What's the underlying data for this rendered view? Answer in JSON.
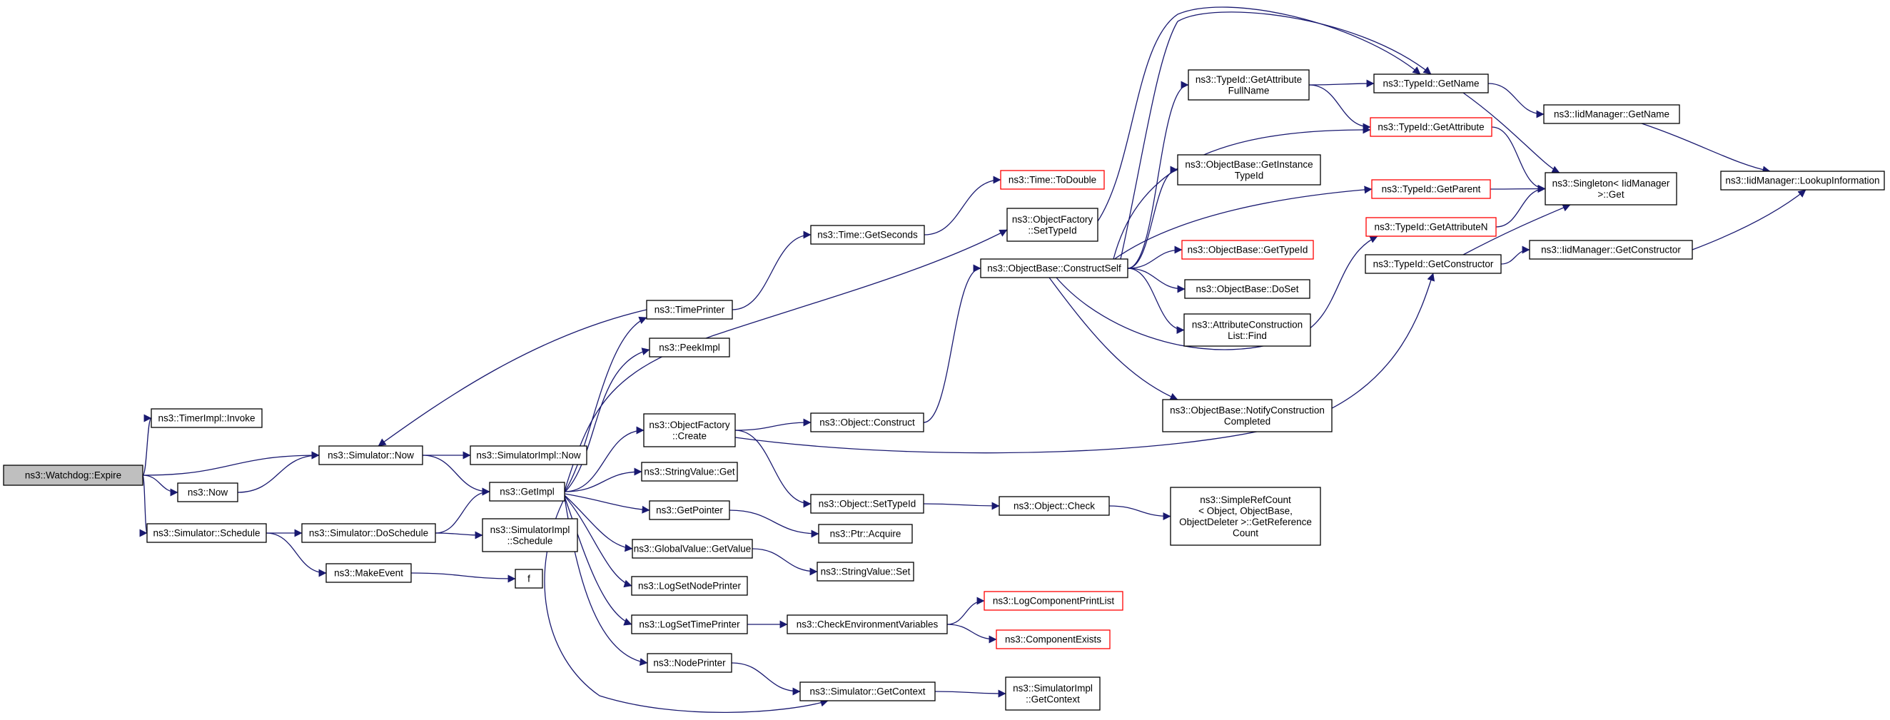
{
  "colors": {
    "edge": "#191970",
    "node_border": "#000000",
    "node_border_truncated": "#ff0000",
    "root_fill": "#bfbfbf",
    "node_fill": "#ffffff"
  },
  "nodes": [
    {
      "id": "expire",
      "lines": [
        "ns3::Watchdog::Expire"
      ],
      "root": true
    },
    {
      "id": "timerimpl_invoke",
      "lines": [
        "ns3::TimerImpl::Invoke"
      ]
    },
    {
      "id": "sim_now",
      "lines": [
        "ns3::Simulator::Now"
      ]
    },
    {
      "id": "now",
      "lines": [
        "ns3::Now"
      ]
    },
    {
      "id": "sim_schedule",
      "lines": [
        "ns3::Simulator::Schedule"
      ]
    },
    {
      "id": "simimpl_now",
      "lines": [
        "ns3::SimulatorImpl::Now"
      ]
    },
    {
      "id": "getimpl",
      "lines": [
        "ns3::GetImpl"
      ]
    },
    {
      "id": "sim_doschedule",
      "lines": [
        "ns3::Simulator::DoSchedule"
      ]
    },
    {
      "id": "simimpl_schedule",
      "lines": [
        "ns3::SimulatorImpl",
        "::Schedule"
      ]
    },
    {
      "id": "makeevent",
      "lines": [
        "ns3::MakeEvent"
      ]
    },
    {
      "id": "f",
      "lines": [
        "f"
      ]
    },
    {
      "id": "timeprinter",
      "lines": [
        "ns3::TimePrinter"
      ]
    },
    {
      "id": "peekimpl",
      "lines": [
        "ns3::PeekImpl"
      ]
    },
    {
      "id": "objfactory_create",
      "lines": [
        "ns3::ObjectFactory",
        "::Create"
      ]
    },
    {
      "id": "stringvalue_get",
      "lines": [
        "ns3::StringValue::Get"
      ]
    },
    {
      "id": "getpointer",
      "lines": [
        "ns3::GetPointer"
      ]
    },
    {
      "id": "globalvalue_getvalue",
      "lines": [
        "ns3::GlobalValue::GetValue"
      ]
    },
    {
      "id": "logsetnodeprinter",
      "lines": [
        "ns3::LogSetNodePrinter"
      ]
    },
    {
      "id": "logsettimeprinter",
      "lines": [
        "ns3::LogSetTimePrinter"
      ]
    },
    {
      "id": "nodeprinter",
      "lines": [
        "ns3::NodePrinter"
      ]
    },
    {
      "id": "time_getseconds",
      "lines": [
        "ns3::Time::GetSeconds"
      ]
    },
    {
      "id": "object_construct",
      "lines": [
        "ns3::Object::Construct"
      ]
    },
    {
      "id": "object_settypeid",
      "lines": [
        "ns3::Object::SetTypeId"
      ]
    },
    {
      "id": "ptr_acquire",
      "lines": [
        "ns3::Ptr::Acquire"
      ]
    },
    {
      "id": "stringvalue_set",
      "lines": [
        "ns3::StringValue::Set"
      ]
    },
    {
      "id": "checkenvvars",
      "lines": [
        "ns3::CheckEnvironmentVariables"
      ]
    },
    {
      "id": "sim_getcontext",
      "lines": [
        "ns3::Simulator::GetContext"
      ]
    },
    {
      "id": "time_todouble",
      "lines": [
        "ns3::Time::ToDouble"
      ],
      "truncated": true
    },
    {
      "id": "objfactory_settypeid",
      "lines": [
        "ns3::ObjectFactory",
        "::SetTypeId"
      ]
    },
    {
      "id": "objbase_constructself",
      "lines": [
        "ns3::ObjectBase::ConstructSelf"
      ]
    },
    {
      "id": "object_check",
      "lines": [
        "ns3::Object::Check"
      ]
    },
    {
      "id": "logcomponentprintlist",
      "lines": [
        "ns3::LogComponentPrintList"
      ],
      "truncated": true
    },
    {
      "id": "componentexists",
      "lines": [
        "ns3::ComponentExists"
      ],
      "truncated": true
    },
    {
      "id": "simimpl_getcontext",
      "lines": [
        "ns3::SimulatorImpl",
        "::GetContext"
      ]
    },
    {
      "id": "typeid_getattrfullname",
      "lines": [
        "ns3::TypeId::GetAttribute",
        "FullName"
      ]
    },
    {
      "id": "objbase_getinstancetypeid",
      "lines": [
        "ns3::ObjectBase::GetInstance",
        "TypeId"
      ]
    },
    {
      "id": "objbase_gettypeid",
      "lines": [
        "ns3::ObjectBase::GetTypeId"
      ],
      "truncated": true
    },
    {
      "id": "objbase_doset",
      "lines": [
        "ns3::ObjectBase::DoSet"
      ]
    },
    {
      "id": "attrconstructionlist_find",
      "lines": [
        "ns3::AttributeConstruction",
        "List::Find"
      ]
    },
    {
      "id": "objbase_notifyconstruction",
      "lines": [
        "ns3::ObjectBase::NotifyConstruction",
        "Completed"
      ]
    },
    {
      "id": "simplerefcount",
      "lines": [
        "ns3::SimpleRefCount",
        "< Object, ObjectBase,",
        "ObjectDeleter >::GetReference",
        "Count"
      ]
    },
    {
      "id": "typeid_getname",
      "lines": [
        "ns3::TypeId::GetName"
      ]
    },
    {
      "id": "typeid_getattribute",
      "lines": [
        "ns3::TypeId::GetAttribute"
      ],
      "truncated": true
    },
    {
      "id": "typeid_getparent",
      "lines": [
        "ns3::TypeId::GetParent"
      ],
      "truncated": true
    },
    {
      "id": "typeid_getattributen",
      "lines": [
        "ns3::TypeId::GetAttributeN"
      ],
      "truncated": true
    },
    {
      "id": "typeid_getconstructor",
      "lines": [
        "ns3::TypeId::GetConstructor"
      ]
    },
    {
      "id": "iidmanager_getname",
      "lines": [
        "ns3::IidManager::GetName"
      ]
    },
    {
      "id": "singleton_get",
      "lines": [
        "ns3::Singleton< IidManager",
        " >::Get"
      ]
    },
    {
      "id": "iidmanager_getconstructor",
      "lines": [
        "ns3::IidManager::GetConstructor"
      ]
    },
    {
      "id": "iidmanager_lookupinformation",
      "lines": [
        "ns3::IidManager::LookupInformation"
      ]
    }
  ],
  "edges": [
    [
      "expire",
      "timerimpl_invoke"
    ],
    [
      "expire",
      "sim_now"
    ],
    [
      "expire",
      "now"
    ],
    [
      "expire",
      "sim_schedule"
    ],
    [
      "sim_now",
      "simimpl_now"
    ],
    [
      "sim_now",
      "getimpl"
    ],
    [
      "now",
      "sim_now"
    ],
    [
      "sim_schedule",
      "sim_doschedule"
    ],
    [
      "sim_schedule",
      "makeevent"
    ],
    [
      "sim_doschedule",
      "getimpl"
    ],
    [
      "sim_doschedule",
      "simimpl_schedule"
    ],
    [
      "makeevent",
      "f"
    ],
    [
      "getimpl",
      "timeprinter"
    ],
    [
      "getimpl",
      "peekimpl"
    ],
    [
      "getimpl",
      "objfactory_create"
    ],
    [
      "getimpl",
      "objfactory_settypeid"
    ],
    [
      "getimpl",
      "stringvalue_get"
    ],
    [
      "getimpl",
      "getpointer"
    ],
    [
      "getimpl",
      "globalvalue_getvalue"
    ],
    [
      "getimpl",
      "logsetnodeprinter"
    ],
    [
      "getimpl",
      "logsettimeprinter"
    ],
    [
      "getimpl",
      "nodeprinter"
    ],
    [
      "getimpl",
      "sim_getcontext"
    ],
    [
      "timeprinter",
      "time_getseconds"
    ],
    [
      "timeprinter",
      "sim_now"
    ],
    [
      "time_getseconds",
      "time_todouble"
    ],
    [
      "objfactory_create",
      "object_construct"
    ],
    [
      "objfactory_create",
      "object_settypeid"
    ],
    [
      "objfactory_create",
      "typeid_getconstructor"
    ],
    [
      "object_construct",
      "objbase_constructself"
    ],
    [
      "object_settypeid",
      "object_check"
    ],
    [
      "object_check",
      "simplerefcount"
    ],
    [
      "getpointer",
      "ptr_acquire"
    ],
    [
      "globalvalue_getvalue",
      "stringvalue_set"
    ],
    [
      "logsettimeprinter",
      "checkenvvars"
    ],
    [
      "checkenvvars",
      "logcomponentprintlist"
    ],
    [
      "checkenvvars",
      "componentexists"
    ],
    [
      "nodeprinter",
      "sim_getcontext"
    ],
    [
      "sim_getcontext",
      "simimpl_getcontext"
    ],
    [
      "objfactory_settypeid",
      "typeid_getname"
    ],
    [
      "objbase_constructself",
      "typeid_getattrfullname"
    ],
    [
      "objbase_constructself",
      "typeid_getname"
    ],
    [
      "objbase_constructself",
      "typeid_getattribute"
    ],
    [
      "objbase_constructself",
      "objbase_getinstancetypeid"
    ],
    [
      "objbase_constructself",
      "typeid_getparent"
    ],
    [
      "objbase_constructself",
      "objbase_gettypeid"
    ],
    [
      "objbase_constructself",
      "objbase_doset"
    ],
    [
      "objbase_constructself",
      "attrconstructionlist_find"
    ],
    [
      "objbase_constructself",
      "typeid_getattributen"
    ],
    [
      "objbase_constructself",
      "objbase_notifyconstruction"
    ],
    [
      "typeid_getattrfullname",
      "typeid_getname"
    ],
    [
      "typeid_getattrfullname",
      "typeid_getattribute"
    ],
    [
      "typeid_getname",
      "iidmanager_getname"
    ],
    [
      "typeid_getname",
      "singleton_get"
    ],
    [
      "typeid_getattribute",
      "singleton_get"
    ],
    [
      "typeid_getparent",
      "singleton_get"
    ],
    [
      "typeid_getattributen",
      "singleton_get"
    ],
    [
      "typeid_getconstructor",
      "singleton_get"
    ],
    [
      "typeid_getconstructor",
      "iidmanager_getconstructor"
    ],
    [
      "iidmanager_getname",
      "iidmanager_lookupinformation"
    ],
    [
      "iidmanager_getconstructor",
      "iidmanager_lookupinformation"
    ]
  ]
}
